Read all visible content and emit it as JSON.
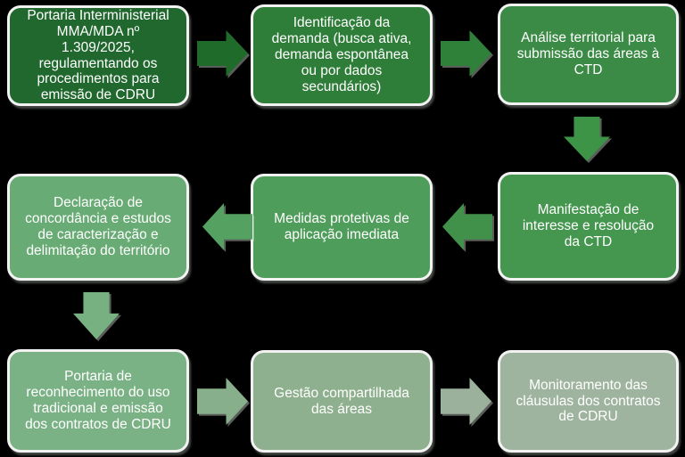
{
  "canvas": {
    "background": "#000000",
    "text_color": "#ffffff",
    "box_border_color": "#f2f2f2"
  },
  "flowchart": {
    "steps": [
      {
        "label": "Portaria Interministerial\nMMA/MDA nº\n1.309/2025,\nregulamentando os\nprocedimentos para\nemissão de CDRU",
        "color": "#20682E"
      },
      {
        "label": "Identificação da\ndemanda (busca ativa,\ndemanda espontânea\nou por dados\nsecundários)",
        "color": "#2E7D38"
      },
      {
        "label": "Análise territorial para\nsubmissão das áreas à\nCTD",
        "color": "#3B8B46"
      },
      {
        "label": "Manifestação de\ninteresse e resolução\nda CTD",
        "color": "#459750"
      },
      {
        "label": "Medidas protetivas de\naplicação imediata",
        "color": "#4F9D5B"
      },
      {
        "label": "Declaração de\nconcordância e estudos\nde caracterização e\ndelimitação do território",
        "color": "#68AB74"
      },
      {
        "label": "Portaria de\nreconhecimento do uso\ntradicional e emissão\ndos contratos de CDRU",
        "color": "#7BB285"
      },
      {
        "label": "Gestão compartilhada\ndas áreas",
        "color": "#8EB08E"
      },
      {
        "label": "Monitoramento das\ncláusulas dos contratos\nde CDRU",
        "color": "#9FB49F"
      }
    ],
    "arrows": [
      {
        "direction": "right",
        "color": "#1E6B2A"
      },
      {
        "direction": "right",
        "color": "#2F8038"
      },
      {
        "direction": "down",
        "color": "#3D9346"
      },
      {
        "direction": "left",
        "color": "#42914B"
      },
      {
        "direction": "left",
        "color": "#55A161"
      },
      {
        "direction": "down",
        "color": "#77B081"
      },
      {
        "direction": "right",
        "color": "#88AF8C"
      },
      {
        "direction": "right",
        "color": "#9CB19B"
      }
    ]
  }
}
